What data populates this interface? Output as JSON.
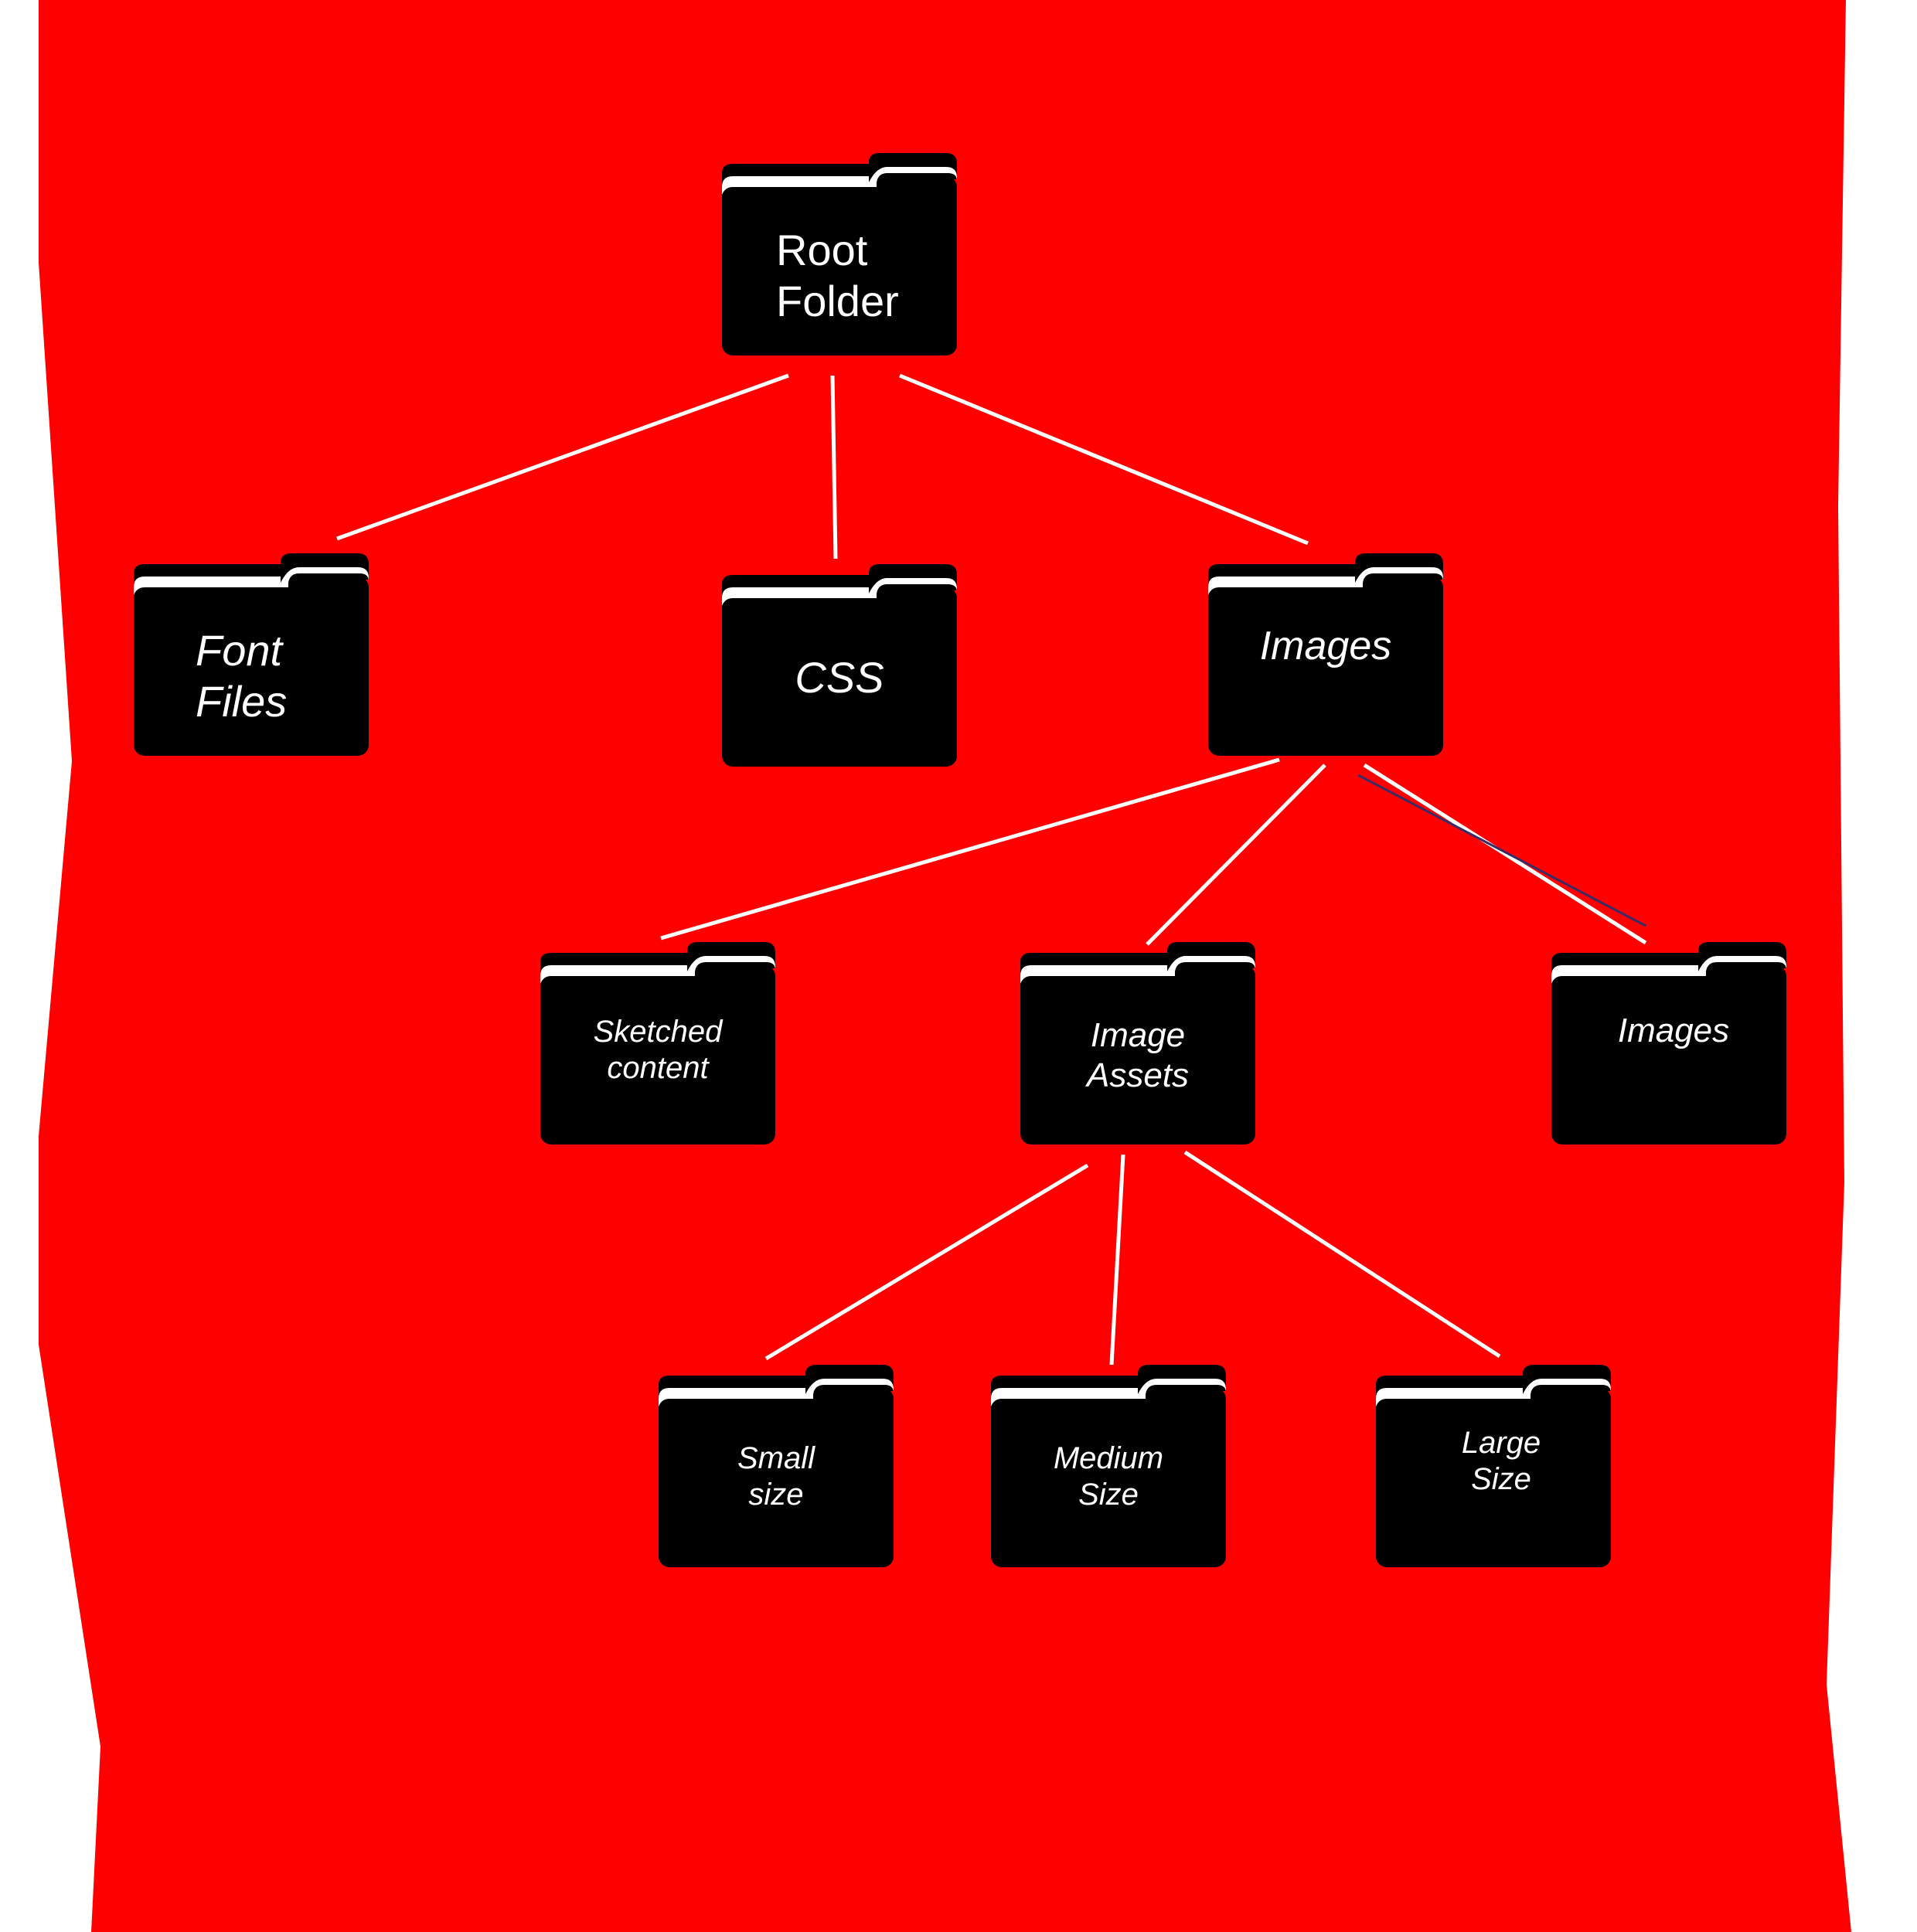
{
  "colors": {
    "background": "#fe0000",
    "margin": "#ffffff",
    "folder": "#000000",
    "folder_highlight": "#ffffff",
    "connector": "#ffffff",
    "connector_shadow": "#3a2a66",
    "label": "#ffffff"
  },
  "icons": {
    "folder": "folder-icon"
  },
  "tree": {
    "root": {
      "lines": [
        "Root",
        "Folder"
      ]
    },
    "level1": {
      "font_files": {
        "lines": [
          "Font",
          "Files"
        ]
      },
      "css": {
        "lines": [
          "CSS"
        ]
      },
      "images": {
        "lines": [
          "Images"
        ]
      }
    },
    "level2": {
      "sketched_content": {
        "lines": [
          "Sketched",
          "content"
        ]
      },
      "image_assets": {
        "lines": [
          "Image",
          "Assets"
        ]
      },
      "images": {
        "lines": [
          "Images"
        ]
      }
    },
    "level3": {
      "small_size": {
        "lines": [
          "Small",
          "size"
        ]
      },
      "medium_size": {
        "lines": [
          "Medium",
          "Size"
        ]
      },
      "large_size": {
        "lines": [
          "Large",
          "Size"
        ]
      }
    }
  }
}
